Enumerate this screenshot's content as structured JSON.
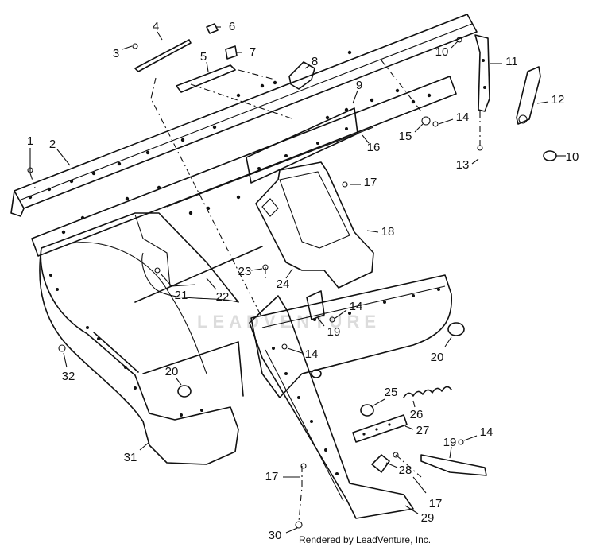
{
  "diagram": {
    "part_callouts": [
      "1",
      "2",
      "3",
      "4",
      "5",
      "6",
      "7",
      "8",
      "9",
      "10",
      "10",
      "11",
      "12",
      "13",
      "14",
      "14",
      "14",
      "14",
      "15",
      "16",
      "17",
      "17",
      "17",
      "18",
      "19",
      "19",
      "20",
      "20",
      "21",
      "22",
      "23",
      "24",
      "25",
      "26",
      "27",
      "28",
      "29",
      "30",
      "31",
      "32"
    ],
    "watermark": "LEADVENTURE",
    "footer_credit": "Rendered by LeadVenture, Inc."
  }
}
